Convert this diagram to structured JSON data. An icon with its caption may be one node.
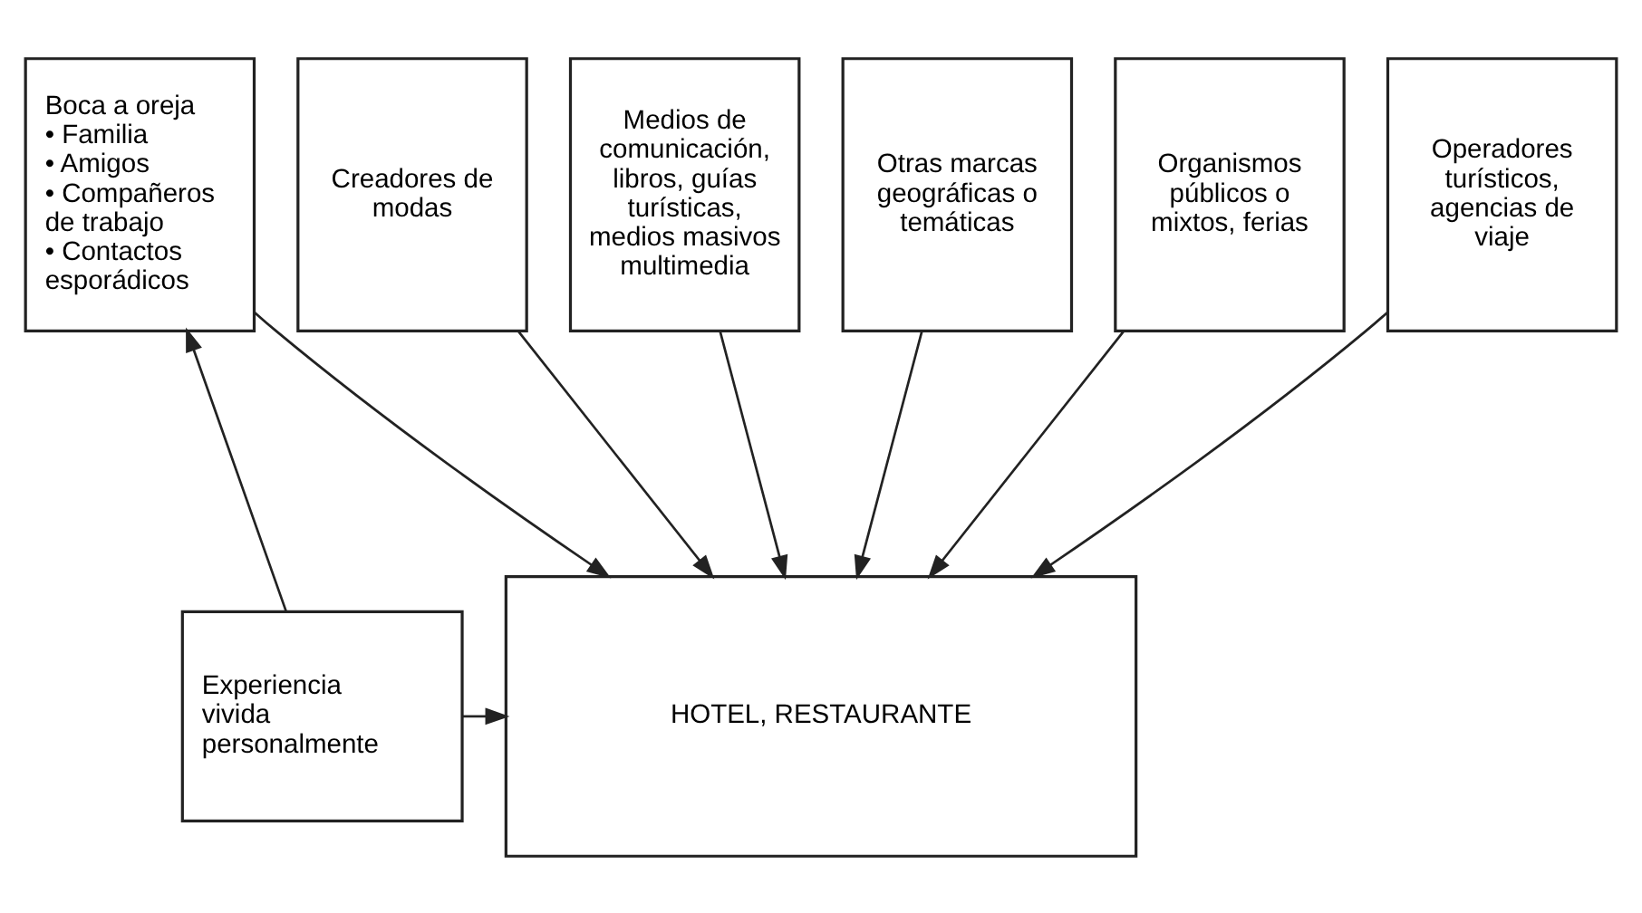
{
  "diagram": {
    "nodes": [
      {
        "text": [
          "Boca a oreja",
          "• Familia",
          "• Amigos",
          "• Compañeros de trabajo",
          "• Contactos esporádicos"
        ]
      },
      {
        "text": [
          "Creadores de modas"
        ]
      },
      {
        "text": [
          "Medios de comunicación, libros, guías turísticas, medios masivos multimedia"
        ]
      },
      {
        "text": [
          "Otras marcas geográficas o temáticas"
        ]
      },
      {
        "text": [
          "Organismos públicos o mixtos, ferias"
        ]
      },
      {
        "text": [
          "Operadores turísticos, agencias de viaje"
        ]
      },
      {
        "text": [
          "Experiencia vivida personalmente"
        ]
      },
      {
        "text": [
          "HOTEL, RESTAURANTE"
        ]
      }
    ],
    "edges": [
      {
        "from": 6,
        "to": 0,
        "arrow": "to"
      },
      {
        "from": 0,
        "to": 7,
        "arrow": "to"
      },
      {
        "from": 1,
        "to": 7,
        "arrow": "to"
      },
      {
        "from": 2,
        "to": 7,
        "arrow": "to"
      },
      {
        "from": 3,
        "to": 7,
        "arrow": "to"
      },
      {
        "from": 4,
        "to": 7,
        "arrow": "to"
      },
      {
        "from": 5,
        "to": 7,
        "arrow": "to"
      },
      {
        "from": 6,
        "to": 7,
        "arrow": "to"
      }
    ]
  }
}
